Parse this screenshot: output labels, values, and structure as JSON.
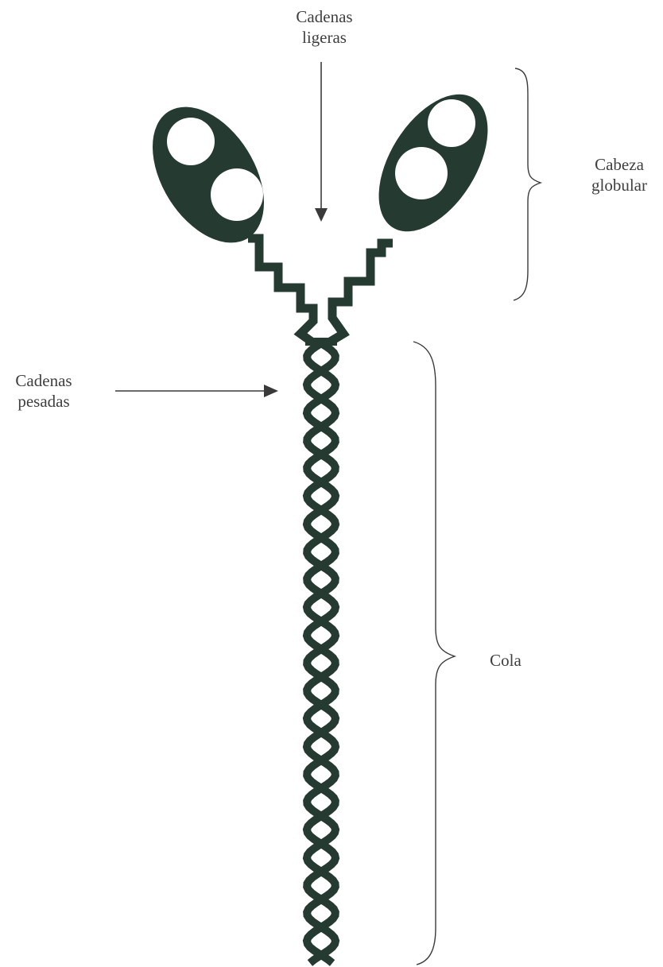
{
  "labels": {
    "light_chains": [
      "Cadenas",
      "ligeras"
    ],
    "globular_head": [
      "Cabeza",
      "globular"
    ],
    "heavy_chains": [
      "Cadenas",
      "pesadas"
    ],
    "tail": "Cola"
  },
  "colors": {
    "molecule": "#253a30",
    "annotation": "#3a3a3a",
    "background": "#ffffff"
  }
}
